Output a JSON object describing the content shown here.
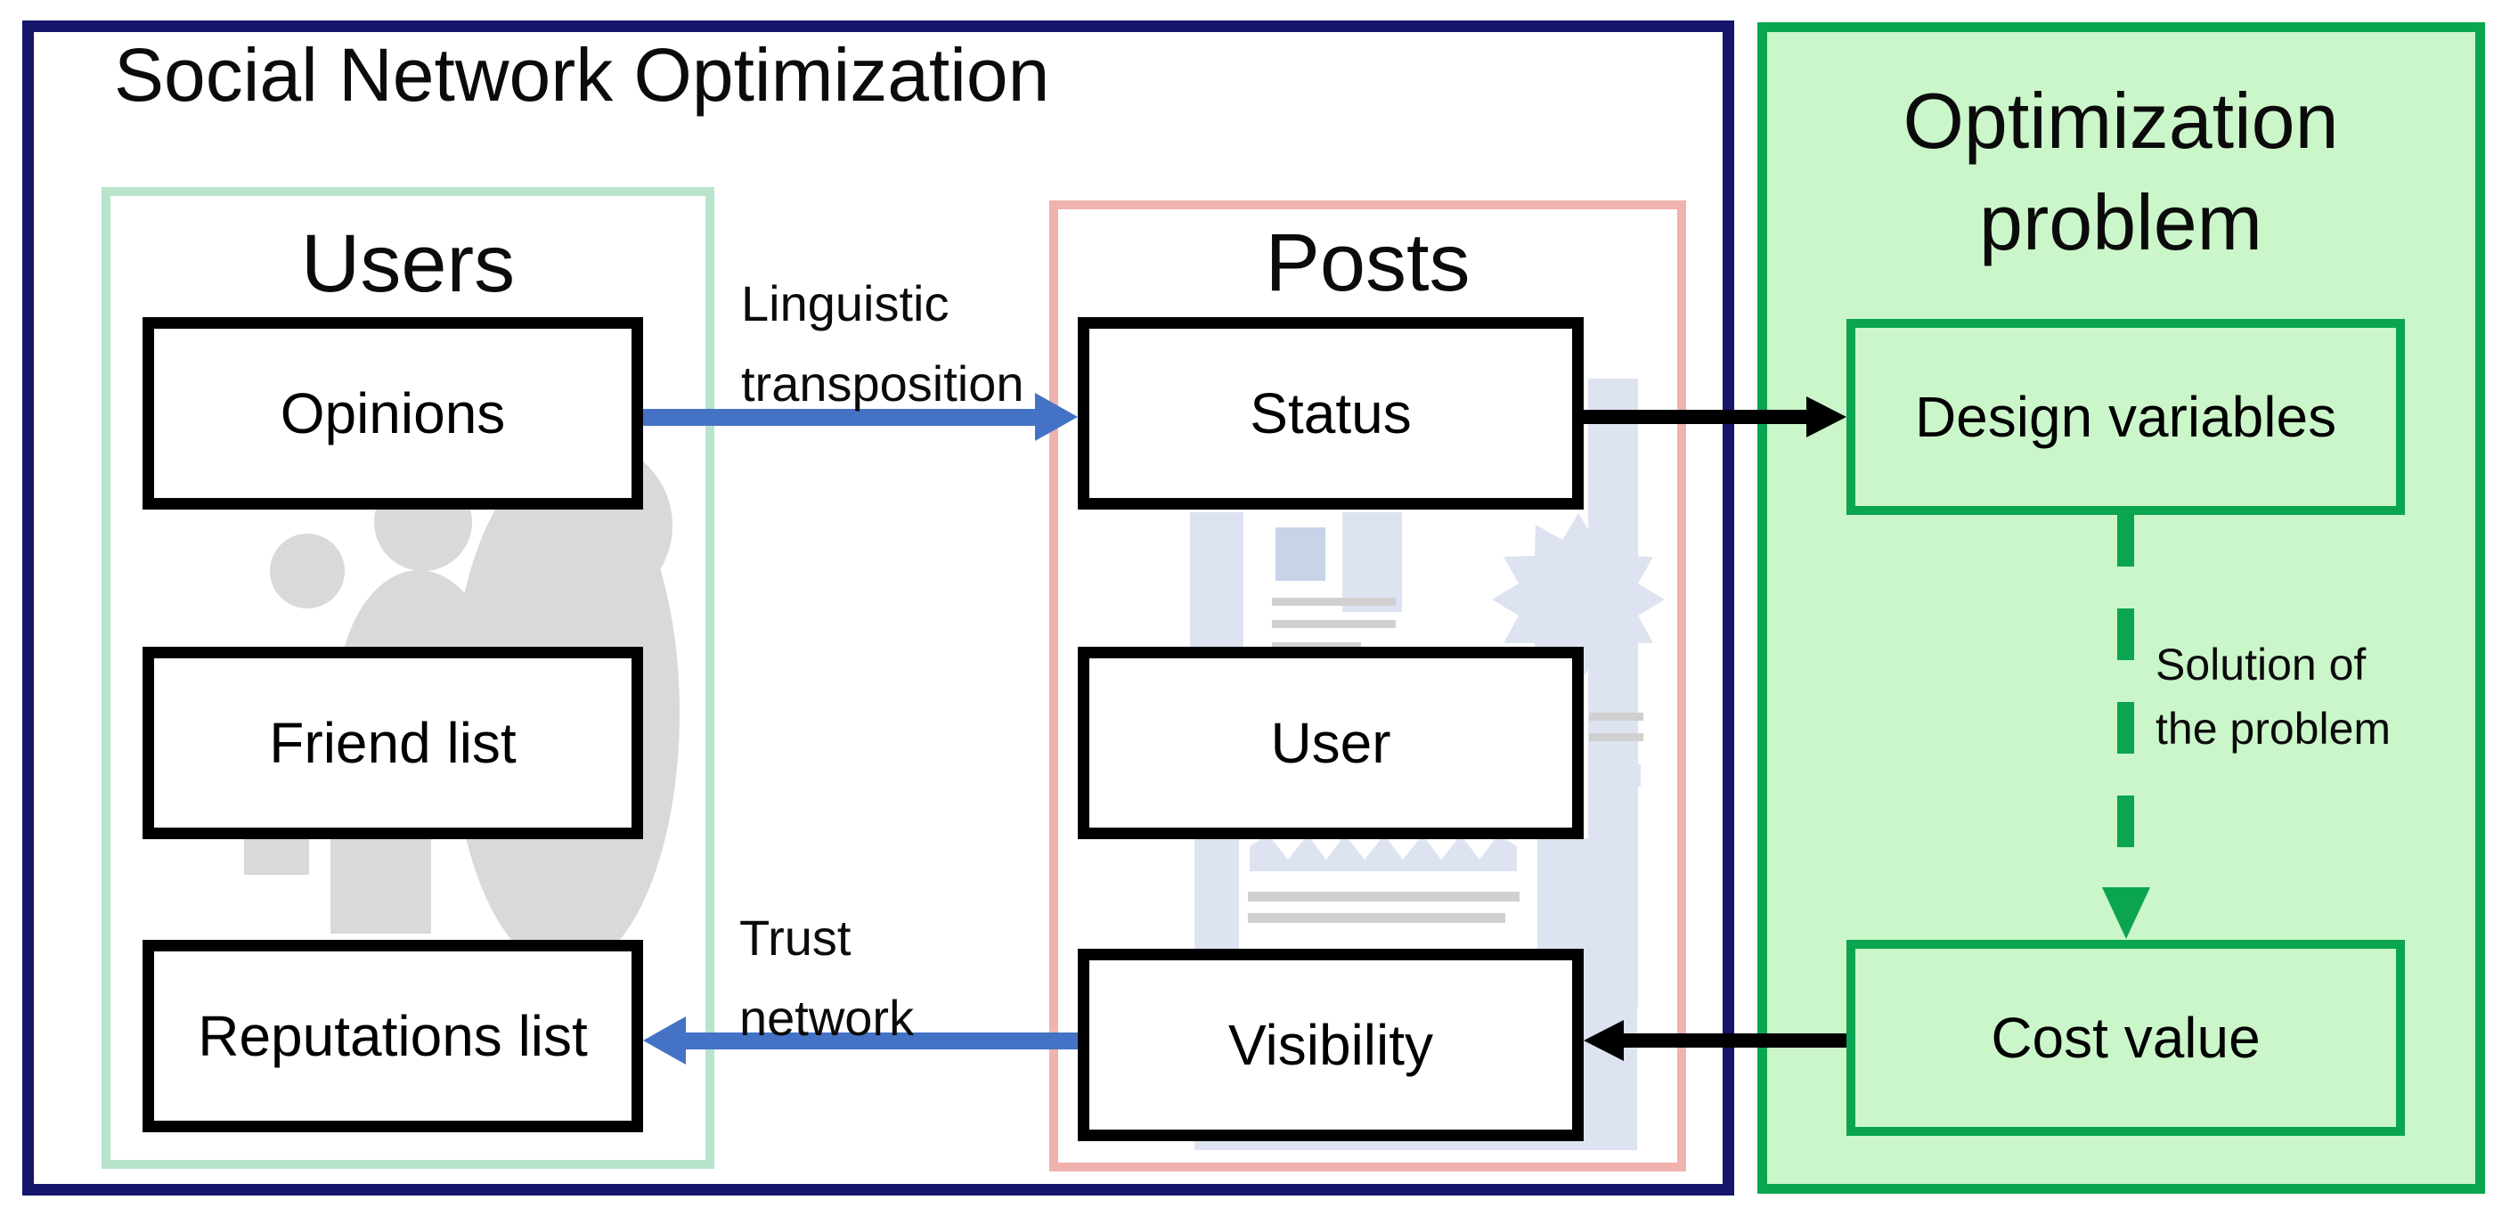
{
  "diagram_title": "Social Network Optimization",
  "users_panel": {
    "heading": "Users",
    "boxes": [
      "Opinions",
      "Friend list",
      "Reputations list"
    ]
  },
  "posts_panel": {
    "heading": "Posts",
    "boxes": [
      "Status",
      "User",
      "Visibility"
    ]
  },
  "optimization_panel": {
    "heading": "Optimization problem",
    "boxes": [
      "Design variables",
      "Cost value"
    ]
  },
  "arrows": {
    "linguistic_transposition": {
      "label": "Linguistic transposition",
      "direction": "right",
      "color": "#4472c4"
    },
    "trust_network": {
      "label": "Trust network",
      "direction": "left",
      "color": "#4472c4"
    },
    "status_to_design_variables": {
      "label": "",
      "direction": "right",
      "color": "#000000"
    },
    "cost_value_to_visibility": {
      "label": "",
      "direction": "left",
      "color": "#000000"
    },
    "solution_of_the_problem": {
      "label": "Solution of the problem",
      "direction": "down",
      "style": "dashed",
      "color": "#0ba551"
    }
  },
  "colors": {
    "outer_border": "#15156b",
    "users_panel_border": "#b7e4cb",
    "posts_panel_border": "#f0b2af",
    "optimization_panel_border": "#0ba551",
    "optimization_panel_fill": "#cbf6ca",
    "box_border": "#000000",
    "blue_arrow": "#4472c4",
    "black_arrow": "#000000",
    "green_arrow": "#0ba551",
    "users_silhouette_gray": "#d9d9d9",
    "posts_clipart": "#dde3f1",
    "background": "#ffffff"
  }
}
